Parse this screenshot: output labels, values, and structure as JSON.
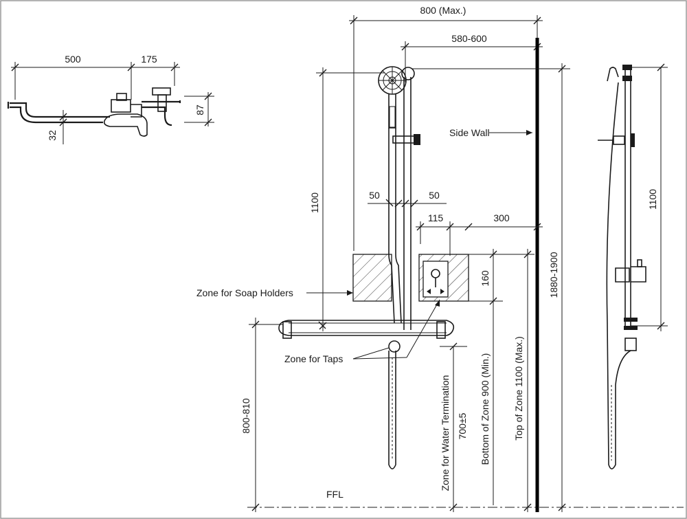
{
  "plan_dims": {
    "d500": "500",
    "d175": "175",
    "d87": "87",
    "d32": "32"
  },
  "main_dims": {
    "width_max": "800 (Max.)",
    "rail_offset": "580-600",
    "height_rail": "1100",
    "gap_left": "50",
    "gap_right": "50",
    "tap_width": "115",
    "tap_offset": "300",
    "zone_height": "160",
    "overall_height": "1880-1900",
    "bar_height": "800-810"
  },
  "side_dims": {
    "height": "1100"
  },
  "labels": {
    "side_wall": "Side Wall",
    "soap_zone": "Zone for Soap Holders",
    "tap_zone": "Zone for Taps",
    "water_term": "Zone for Water Termination",
    "water_term_val": "700±5",
    "bottom_zone": "Bottom of Zone 900 (Min.)",
    "top_zone": "Top of Zone 1100 (Max.)",
    "ffl": "FFL"
  }
}
